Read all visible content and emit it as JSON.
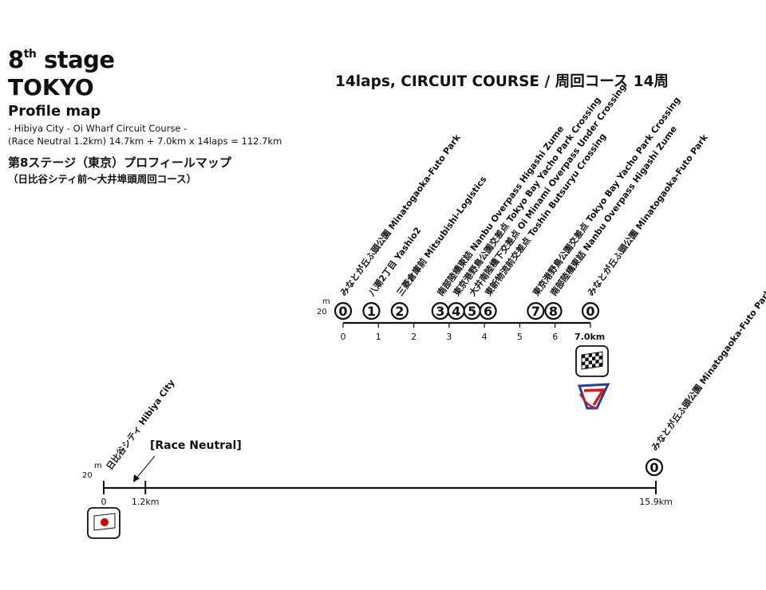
{
  "header": {
    "stage_number": "8",
    "stage_suffix": "th",
    "stage_word": "stage",
    "city": "TOKYO",
    "subtitle": "Profile map",
    "course_name": "- Hibiya City - Oi Wharf Circuit Course -",
    "distance": "(Race Neutral 1.2km) 14.7km + 7.0km x 14laps = 112.7km",
    "jp_title": "第8ステージ（東京）プロフィールマップ",
    "jp_course": "（日比谷シティ前〜大井埠頭周回コース）"
  },
  "circuit": {
    "title": "14laps, CIRCUIT COURSE / 周回コース 14周",
    "axis_unit_m": "m",
    "axis_unit_value": "20",
    "ticks": [
      "0",
      "1",
      "2",
      "3",
      "4",
      "5",
      "6"
    ],
    "end_label": "7.0km",
    "checkpoints": [
      {
        "num": "0",
        "km": 0.0,
        "label": "みなとが丘ふ頭公園 Minatogaoka-Futo Park"
      },
      {
        "num": "1",
        "km": 0.8,
        "label": "八潮2丁目 Yashio2"
      },
      {
        "num": "2",
        "km": 1.6,
        "label": "三菱倉庫前 Mitsubishi-Logistics"
      },
      {
        "num": "3",
        "km": 2.75,
        "label": "南部陸橋東詰 Nanbu Overpass Higashi Zume"
      },
      {
        "num": "4",
        "km": 3.2,
        "label": "東京港野鳥公園交差点 Tokyo Bay Yacho Park Crossing"
      },
      {
        "num": "5",
        "km": 3.65,
        "label": "大井南陸橋下交差点 Oi Minami Overpass Under Crossing"
      },
      {
        "num": "6",
        "km": 4.1,
        "label": "東新物流前交差点 Toshin Butsuryu Crossing"
      },
      {
        "num": "7",
        "km": 5.45,
        "label": "東京港野鳥公園交差点 Tokyo Bay Yacho Park Crossing"
      },
      {
        "num": "8",
        "km": 5.95,
        "label": "南部陸橋東詰 Nanbu Overpass Higashi Zume"
      },
      {
        "num": "0",
        "km": 7.0,
        "label": "みなとが丘ふ頭公園 Minatogaoka-Futo Park"
      }
    ]
  },
  "approach": {
    "axis_unit_m": "m",
    "axis_unit_value": "20",
    "start_label": "日比谷シティ Hibiya City",
    "race_neutral_label": "[Race Neutral]",
    "ticks": [
      "0",
      "1.2km",
      "15.9km"
    ],
    "tick_km": [
      0,
      1.2,
      15.9
    ],
    "end_checkpoint_num": "0",
    "end_label": "みなとが丘ふ頭公園 Minatogaoka-Futo Park"
  },
  "icons": {
    "finish": "checkered-flag-icon",
    "start": "japan-flag-icon",
    "logo": "tour-of-japan-logo-icon"
  },
  "colors": {
    "ink": "#111111",
    "flag_red": "#d00000",
    "logo_red": "#d71920",
    "logo_blue": "#1f3f9a"
  }
}
